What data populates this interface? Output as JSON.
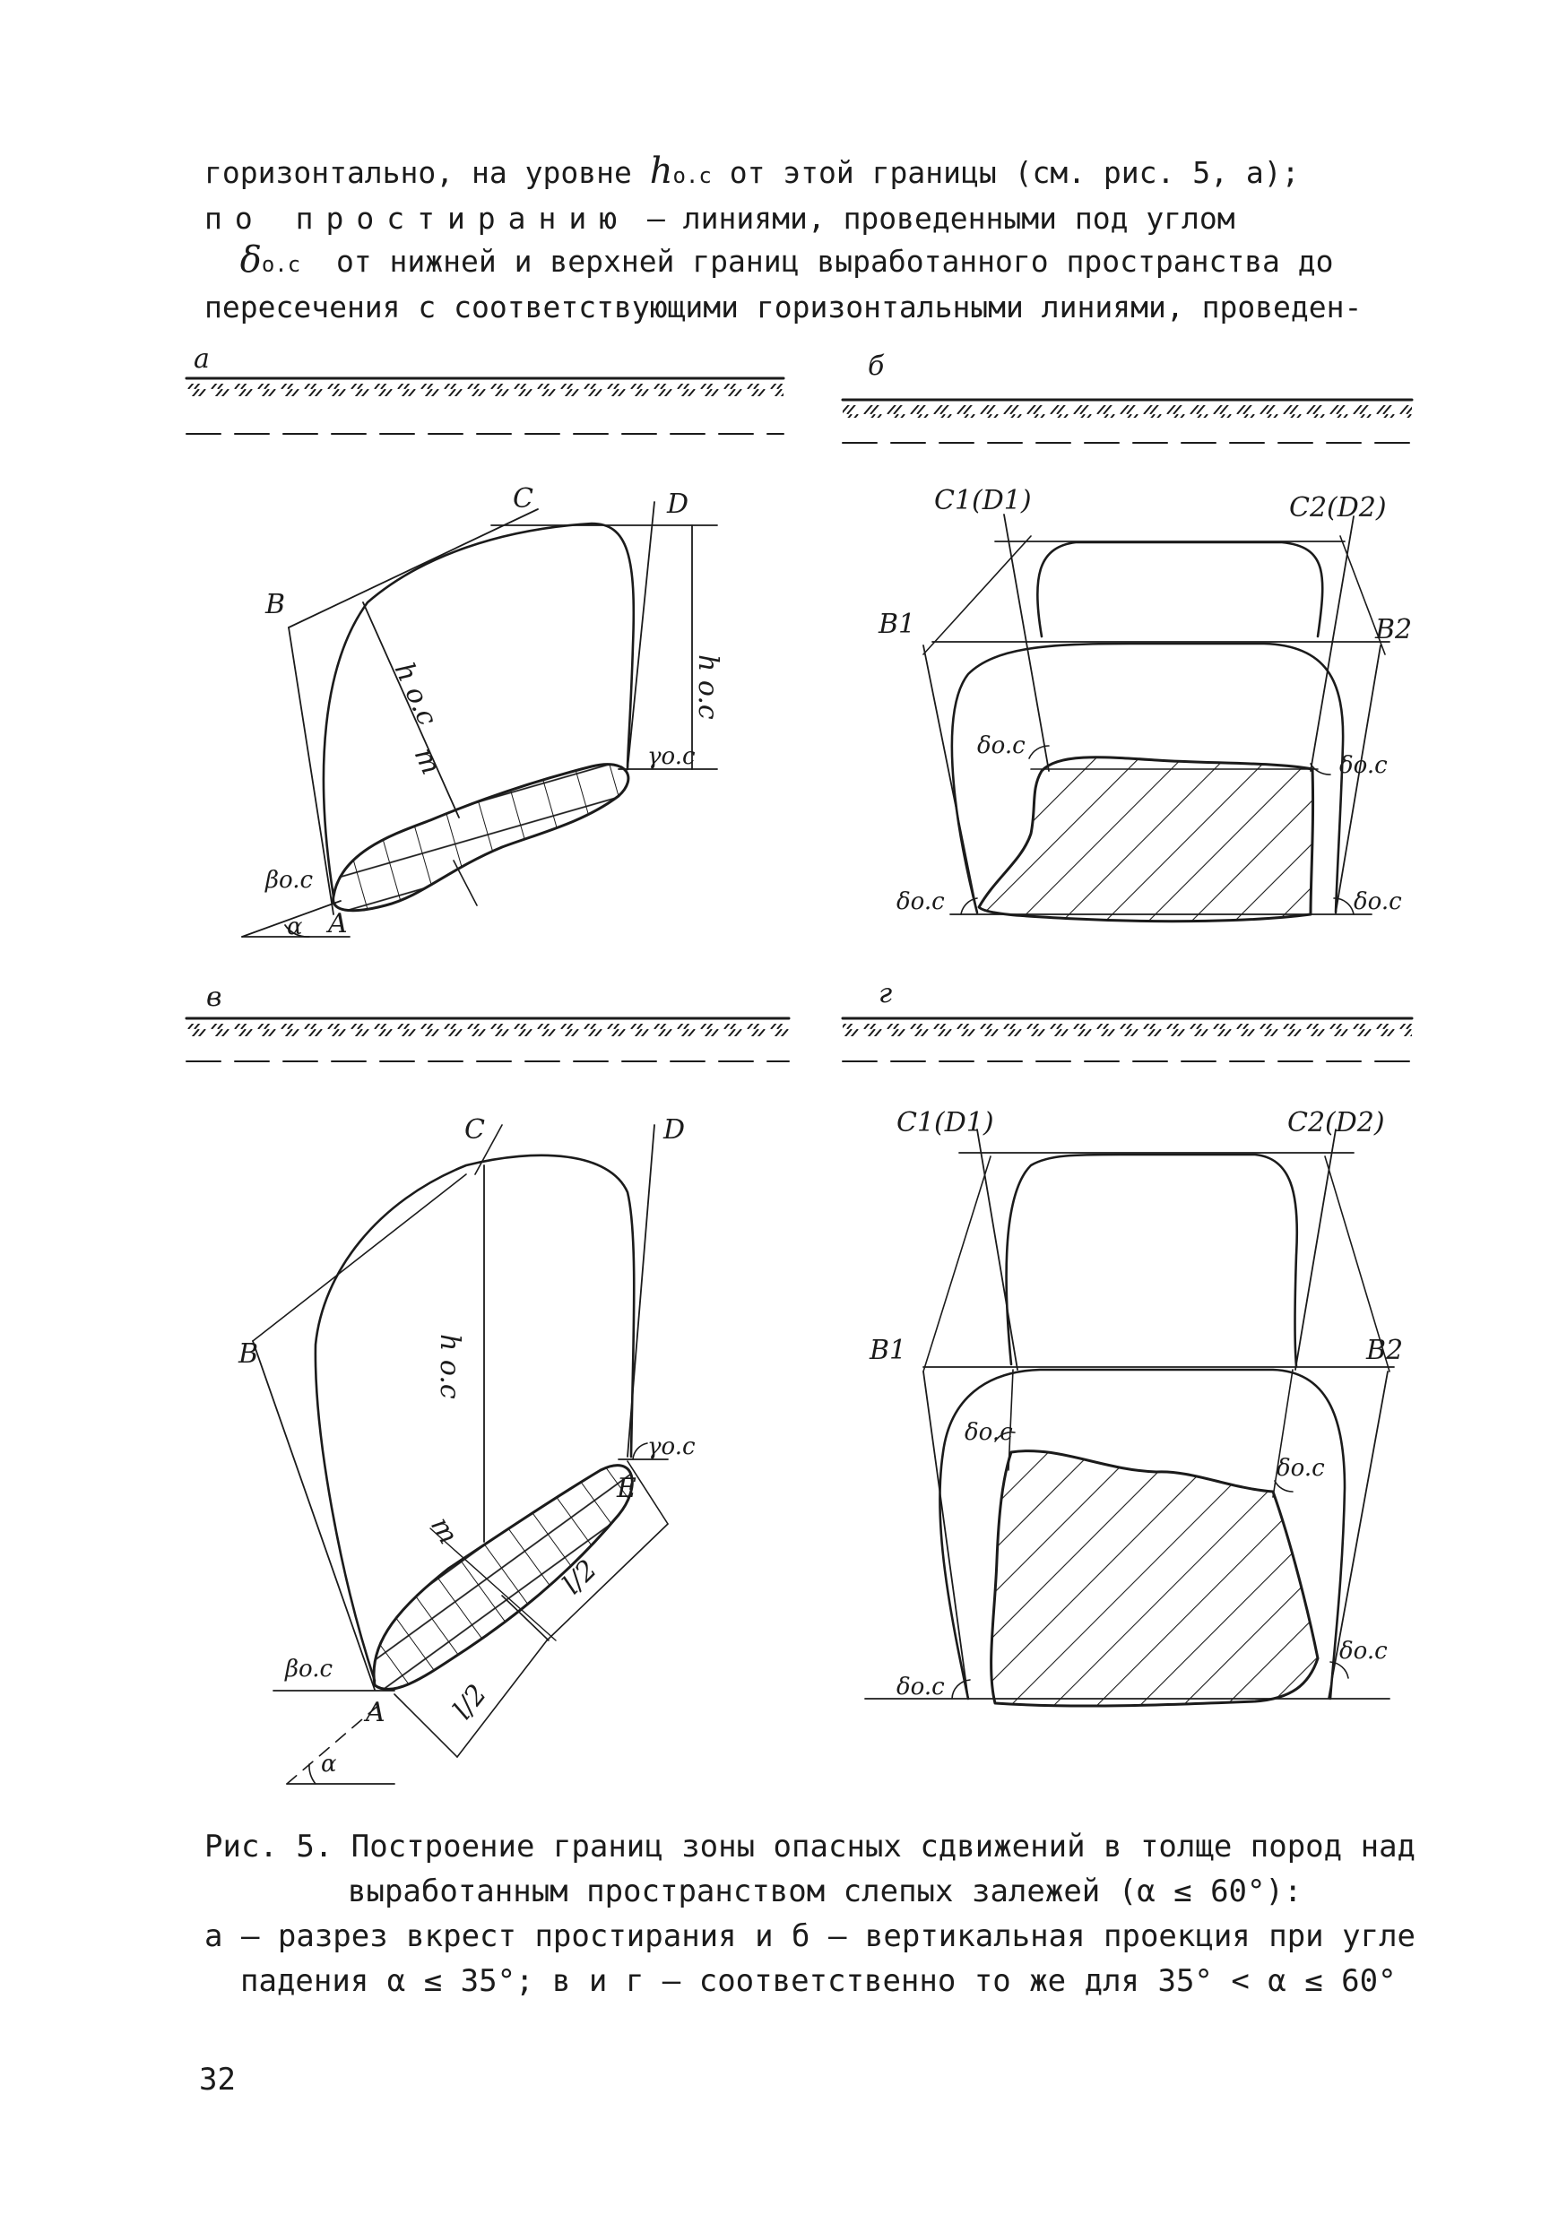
{
  "body_text": {
    "line1_a": "горизонтально, на уровне ",
    "line1_sym": "h",
    "line1_sub": "o.c",
    "line1_b": " от этой границы (см. рис. 5, а);",
    "line2_a": "по простиранию",
    "line2_b": " – линиями, проведенными под углом",
    "line3_sym": "δ",
    "line3_sub": "o.c",
    "line3_b": "  от нижней и верхней границ выработанного пространства до",
    "line4": "пересечения с соответствующими горизонтальными линиями, проведен-"
  },
  "panels": {
    "a": {
      "letter": "а",
      "labels": {
        "B": "B",
        "C": "C",
        "D": "D",
        "A": "A",
        "h_left": "h o.c",
        "h_right": "h o.c",
        "m": "m",
        "gamma": "γo.c",
        "beta": "βo.c",
        "alpha": "α"
      }
    },
    "b": {
      "letter": "б",
      "labels": {
        "C1D1": "C1(D1)",
        "C2D2": "C2(D2)",
        "B1": "B1",
        "B2": "B2",
        "delta_ul": "δo.c",
        "delta_ur": "δo.c",
        "delta_ll": "δo.c",
        "delta_lr": "δo.c"
      }
    },
    "v": {
      "letter": "в",
      "labels": {
        "B": "B",
        "C": "C",
        "D": "D",
        "A": "A",
        "E": "E",
        "h": "h o.c",
        "m": "m",
        "gamma": "γo.c",
        "beta": "βo.c",
        "alpha": "α",
        "half1": "l/2",
        "half2": "l/2"
      }
    },
    "g": {
      "letter": "г",
      "labels": {
        "C1D1": "C1(D1)",
        "C2D2": "C2(D2)",
        "B1": "B1",
        "B2": "B2",
        "delta_ul": "δo.c",
        "delta_ur": "δo.c",
        "delta_ll": "δo.c",
        "delta_lr": "δo.c"
      }
    }
  },
  "caption": {
    "line1": "Рис. 5. Построение границ зоны опасных сдвижений в толще пород над",
    "line2": "выработанным пространством слепых залежей (α ≤ 60°):",
    "line3": "а – разрез вкрест простирания и б – вертикальная проекция при угле",
    "line4": "падения α ≤ 35°; в и г – соответственно то же для 35° < α ≤ 60°"
  },
  "page_number": "32",
  "colors": {
    "ink": "#1b1b1b",
    "paper": "#ffffff"
  }
}
